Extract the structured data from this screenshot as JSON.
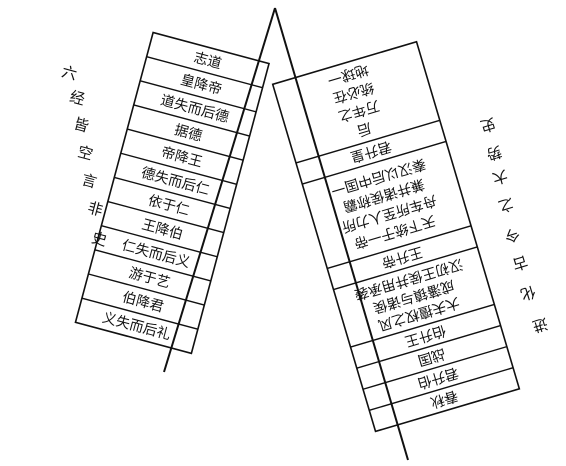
{
  "left_column": {
    "rows": [
      "志道",
      "皇降帝",
      "道失而后德",
      "据德",
      "帝降王",
      "德失而后仁",
      "依于仁",
      "王降伯",
      "仁失而后义",
      "游于艺",
      "伯降君",
      "义失而后礼"
    ],
    "side_label": [
      "六",
      "经",
      "皆",
      "空",
      "言",
      "非",
      "史"
    ]
  },
  "right_column": {
    "rows": [
      {
        "lines": [
          "后",
          "万年之",
          "统必在",
          "地球一"
        ]
      },
      {
        "lines": [
          "君升皇"
        ]
      },
      {
        "lines": [
          "天下统于一帝",
          "舟车所至人力所",
          "兼并诸侯称霸",
          "秦汉以后中国一"
        ]
      },
      {
        "lines": [
          "王升帝"
        ]
      },
      {
        "lines": [
          "大夫擅权之风",
          "成藩镇与诸侯",
          "汉初王侯并用承袭"
        ]
      },
      {
        "lines": [
          "伯升王"
        ]
      },
      {
        "lines": [
          "战国"
        ]
      },
      {
        "lines": [
          "君升伯"
        ]
      },
      {
        "lines": [
          "春秋"
        ]
      }
    ],
    "side_label": [
      "进",
      "化",
      "古",
      "今",
      "之",
      "大",
      "势",
      "史"
    ]
  },
  "colors": {
    "line": "#111111",
    "background": "#ffffff"
  }
}
